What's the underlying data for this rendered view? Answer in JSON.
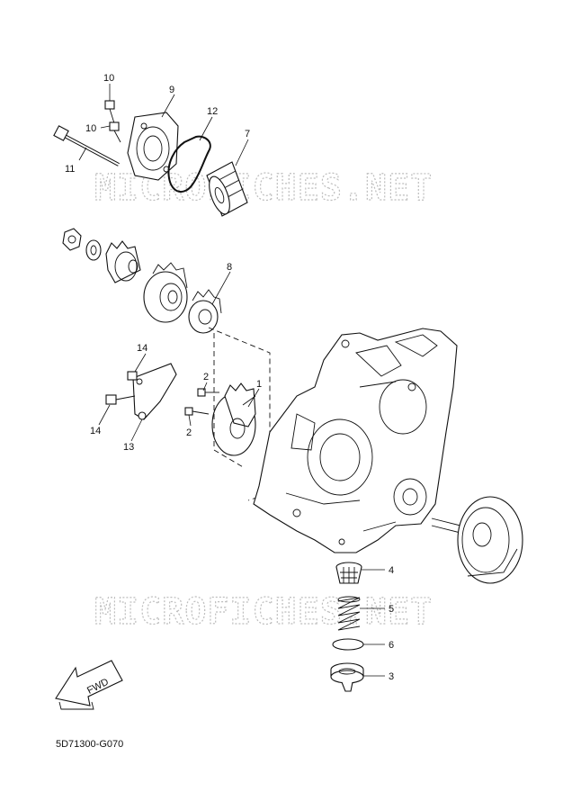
{
  "watermark": "MICROFICHES.NET",
  "diagram_code": "5D71300-G070",
  "fwd_label": "FWD",
  "callouts": {
    "c1": "1",
    "c2a": "2",
    "c2b": "2",
    "c3": "3",
    "c4": "4",
    "c5": "5",
    "c6": "6",
    "c7": "7",
    "c8": "8",
    "c9": "9",
    "c10a": "10",
    "c10b": "10",
    "c11": "11",
    "c12": "12",
    "c13": "13",
    "c14a": "14",
    "c14b": "14"
  }
}
